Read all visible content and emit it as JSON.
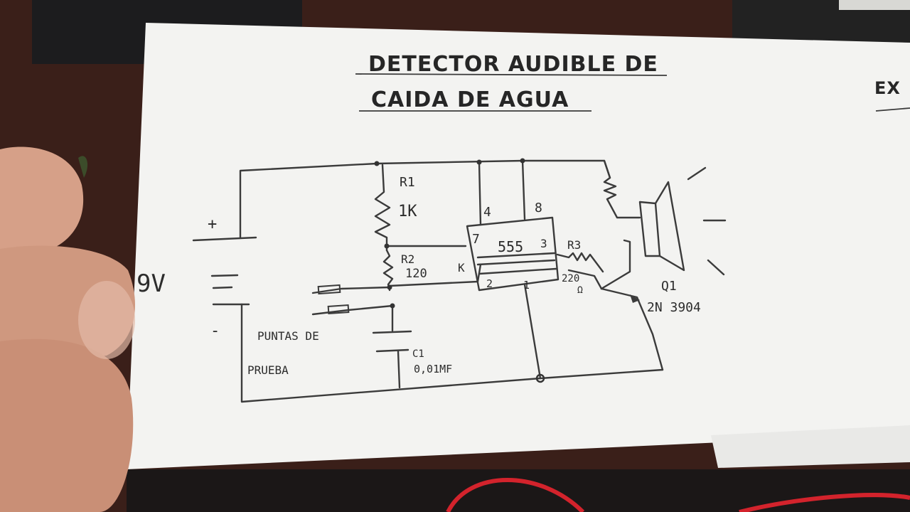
{
  "title": {
    "line1": "DETECTOR AUDIBLE DE",
    "line2": "CAIDA DE AGUA"
  },
  "corner_text": "EX",
  "components": {
    "battery_plus": "+",
    "battery_voltage": "9V",
    "battery_minus": "-",
    "r1_name": "R1",
    "r1_value": "1K",
    "r2_name": "R2",
    "r2_value": "120",
    "k_label": "K",
    "pin4": "4",
    "pin8": "8",
    "pin7": "7",
    "ic": "555",
    "pin3": "3",
    "pin2": "2",
    "pin1": "1",
    "r3_name": "R3",
    "r3_value": "220",
    "r3_unit": "Ω",
    "q1_name": "Q1",
    "q1_part": "2N 3904",
    "probes_line1": "PUNTAS DE",
    "probes_line2": "PRUEBA",
    "c1_name": "C1",
    "c1_value": "0,01MF"
  },
  "colors": {
    "table": "#3a1f19",
    "paper": "#f4f4f2",
    "ink": "#3b3b3b",
    "skin": "#d8a88f",
    "cable": "#d3232c"
  }
}
